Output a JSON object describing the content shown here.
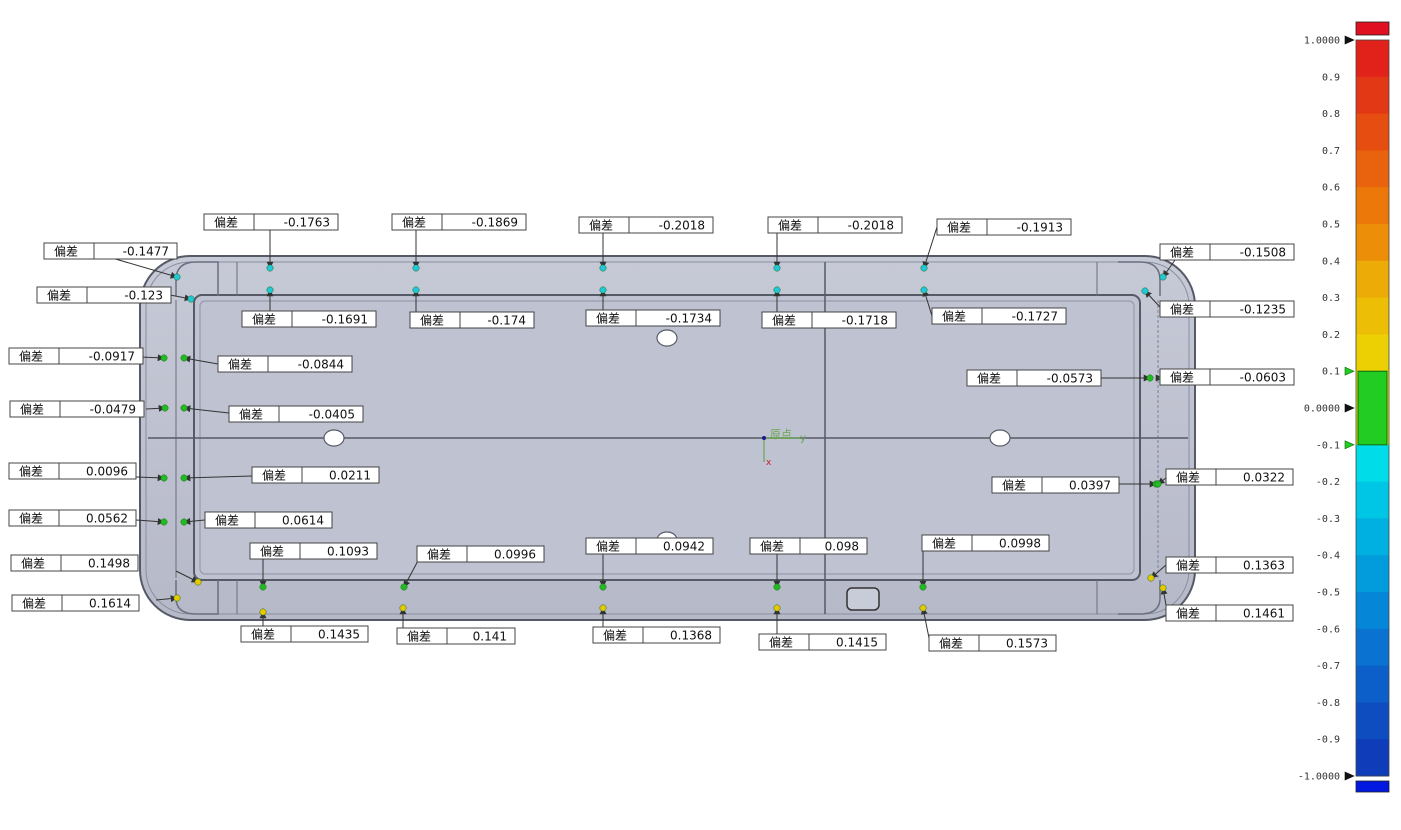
{
  "deviation_label": "偏差",
  "origin_label": "原点",
  "axis_x_label": "x",
  "axis_y_label": "y",
  "colorbar": {
    "ticks": [
      "1.0000",
      "0.9",
      "0.8",
      "0.7",
      "0.6",
      "0.5",
      "0.4",
      "0.3",
      "0.2",
      "0.1",
      "0.0000",
      "-0.1",
      "-0.2",
      "-0.3",
      "-0.4",
      "-0.5",
      "-0.6",
      "-0.7",
      "-0.8",
      "-0.9",
      "-1.0000"
    ],
    "colors": [
      "#e1221a",
      "#e33815",
      "#e64d10",
      "#e9620d",
      "#ec780a",
      "#ec8e08",
      "#ecab06",
      "#ecbe05",
      "#ecd004",
      "#ece203",
      "#e6e803",
      "#00dde8",
      "#00c6e5",
      "#00b0e0",
      "#029bdc",
      "#0586d6",
      "#0a72d0",
      "#0c5fc8",
      "#0e4dc0",
      "#0f3cb8",
      "#102db0"
    ],
    "over_color": "#e01020",
    "under_color": "#0018e0",
    "tolerance_color": "#22cc22",
    "tolerance_range": [
      -0.1,
      0.1
    ]
  },
  "measurements": [
    {
      "value": "-0.1477",
      "color": "#20c8d8"
    },
    {
      "value": "-0.1763",
      "color": "#20c8d8"
    },
    {
      "value": "-0.1869",
      "color": "#20c8d8"
    },
    {
      "value": "-0.2018",
      "color": "#20c8d8"
    },
    {
      "value": "-0.2018",
      "color": "#20c8d8"
    },
    {
      "value": "-0.1913",
      "color": "#20c8d8"
    },
    {
      "value": "-0.1508",
      "color": "#20c8d8"
    },
    {
      "value": "-0.123",
      "color": "#20c8d8"
    },
    {
      "value": "-0.1691",
      "color": "#20c8d8"
    },
    {
      "value": "-0.174",
      "color": "#20c8d8"
    },
    {
      "value": "-0.1734",
      "color": "#20c8d8"
    },
    {
      "value": "-0.1718",
      "color": "#20c8d8"
    },
    {
      "value": "-0.1727",
      "color": "#20c8d8"
    },
    {
      "value": "-0.1235",
      "color": "#20c8d8"
    },
    {
      "value": "-0.0917",
      "color": "#22bb22"
    },
    {
      "value": "-0.0844",
      "color": "#22bb22"
    },
    {
      "value": "-0.0479",
      "color": "#22bb22"
    },
    {
      "value": "-0.0405",
      "color": "#22bb22"
    },
    {
      "value": "-0.0573",
      "color": "#22bb22"
    },
    {
      "value": "-0.0603",
      "color": "#22bb22"
    },
    {
      "value": "0.0096",
      "color": "#22bb22"
    },
    {
      "value": "0.0211",
      "color": "#22bb22"
    },
    {
      "value": "0.0397",
      "color": "#22bb22"
    },
    {
      "value": "0.0322",
      "color": "#22bb22"
    },
    {
      "value": "0.0562",
      "color": "#22bb22"
    },
    {
      "value": "0.0614",
      "color": "#22bb22"
    },
    {
      "value": "0.1498",
      "color": "#e8c800"
    },
    {
      "value": "0.1614",
      "color": "#e8c800"
    },
    {
      "value": "0.1093",
      "color": "#22bb22"
    },
    {
      "value": "0.0996",
      "color": "#22bb22"
    },
    {
      "value": "0.0942",
      "color": "#22bb22"
    },
    {
      "value": "0.098",
      "color": "#22bb22"
    },
    {
      "value": "0.0998",
      "color": "#22bb22"
    },
    {
      "value": "0.1363",
      "color": "#e8c800"
    },
    {
      "value": "0.1435",
      "color": "#e8c800"
    },
    {
      "value": "0.141",
      "color": "#e8c800"
    },
    {
      "value": "0.1368",
      "color": "#e8c800"
    },
    {
      "value": "0.1415",
      "color": "#e8c800"
    },
    {
      "value": "0.1573",
      "color": "#e8c800"
    },
    {
      "value": "0.1461",
      "color": "#e8c800"
    }
  ]
}
